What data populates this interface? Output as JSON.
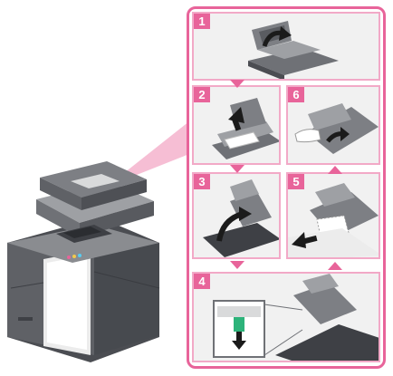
{
  "steps": [
    {
      "number": "1"
    },
    {
      "number": "2"
    },
    {
      "number": "6"
    },
    {
      "number": "3"
    },
    {
      "number": "5"
    },
    {
      "number": "4"
    }
  ],
  "colors": {
    "accent": "#e8649a",
    "panel_border": "#f2a9c7",
    "panel_bg": "#f1f1f1",
    "machine_dark": "#5f6166",
    "machine_mid": "#8a8c90",
    "machine_light": "#d9dadb",
    "lever_green": "#2db37a"
  },
  "icons": [
    "copier-illustration",
    "curved-arrow-icon",
    "up-arrow-icon",
    "left-arrow-icon",
    "down-arrow-icon"
  ]
}
